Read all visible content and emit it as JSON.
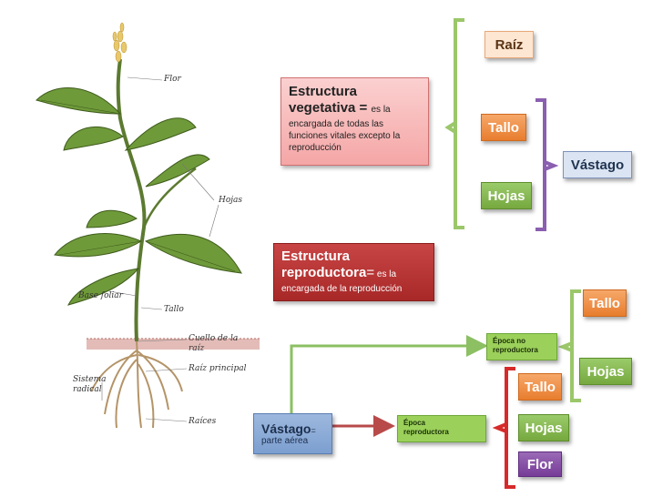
{
  "plant_labels": {
    "flor": "Flor",
    "hojas": "Hojas",
    "base_foliar": "Base foliar",
    "tallo": "Tallo",
    "cuello": "Cuello de la",
    "cuello2": "raíz",
    "raiz_principal": "Raíz principal",
    "sistema": "Sistema",
    "radical": "radical",
    "raices": "Raíces"
  },
  "top": {
    "raiz": "Raíz",
    "tallo": "Tallo",
    "hojas": "Hojas",
    "vastago": "Vástago",
    "veg_title1": "Estructura",
    "veg_title2": "vegetativa",
    "veg_eq": " = ",
    "veg_desc_a": "es la",
    "veg_desc_b": "encargada de todas las funciones vitales excepto la reproducción",
    "rep_title1": "Estructura",
    "rep_title2": "reproductora",
    "rep_eq": "=",
    "rep_desc_a": " es la",
    "rep_desc_b": "encargada de la reproducción"
  },
  "bottom": {
    "vastago": "Vástago",
    "vastago_eq": "=",
    "vastago_desc": "parte aérea",
    "epoca_no_1": "Época no",
    "epoca_no_2": "reproductora",
    "epoca_1": "Época",
    "epoca_2": "reproductora",
    "tallo_a": "Tallo",
    "hojas_a": "Hojas",
    "tallo_b": "Tallo",
    "hojas_b": "Hojas",
    "flor": "Flor"
  },
  "colors": {
    "green_bracket": "#9bc76a",
    "purple_bracket": "#8a5fb0",
    "red_bracket": "#d62a2a",
    "green_arrow": "#8cc063",
    "red_arrow": "#b84a4a"
  }
}
